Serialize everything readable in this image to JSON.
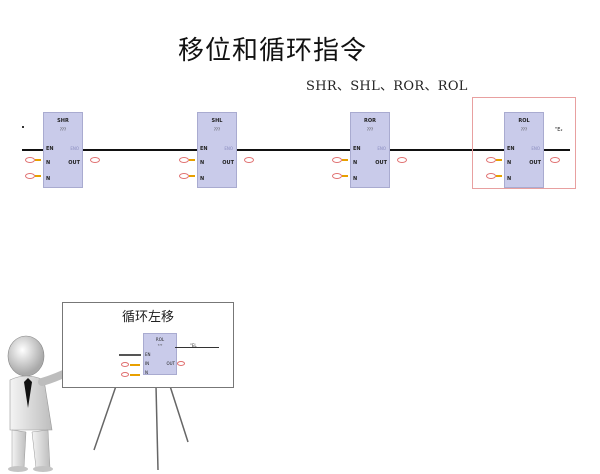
{
  "title": "移位和循环指令",
  "subtitle": "SHR、SHL、ROR、ROL",
  "blocks": [
    {
      "name": "SHR",
      "q": "???",
      "en": "EN",
      "eno": "ENO",
      "n": "N",
      "out": "OUT"
    },
    {
      "name": "SHL",
      "q": "???",
      "en": "EN",
      "eno": "ENO",
      "n": "N",
      "out": "OUT"
    },
    {
      "name": "ROR",
      "q": "???",
      "en": "EN",
      "eno": "ENO",
      "n": "N",
      "out": "OUT"
    },
    {
      "name": "ROL",
      "q": "???",
      "en": "EN",
      "eno": "ENO",
      "n": "N",
      "out": "OUT"
    }
  ],
  "rol_note": "\"E₂",
  "board": {
    "title": "循环左移",
    "mini": {
      "name": "ROL",
      "q": "???",
      "en": "EN",
      "n": "N",
      "out": "OUT",
      "in": "IN"
    },
    "note": "\"EL"
  },
  "colors": {
    "block_fill": "#c9cbea",
    "frame": "#e8a0a0",
    "stub": "#e8a000",
    "ornament": "#e07070"
  }
}
